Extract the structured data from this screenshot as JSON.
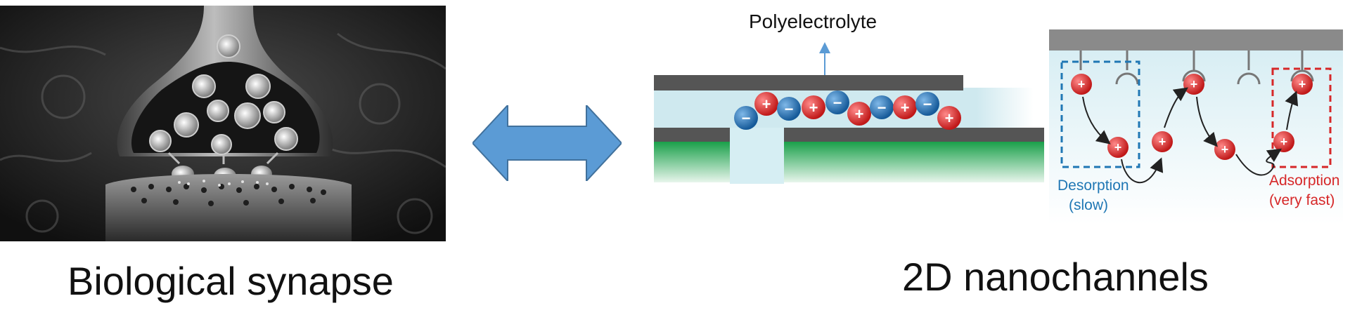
{
  "left": {
    "caption": "Biological synapse"
  },
  "right": {
    "caption": "2D nanochannels",
    "polyelectrolyte_label": "Polyelectrolyte",
    "desorption_label": "Desorption",
    "desorption_speed": "(slow)",
    "adsorption_label": "Adsorption",
    "adsorption_speed": "(very fast)",
    "plus_sign": "+",
    "minus_sign": "−"
  },
  "colors": {
    "arrow": "#5b9bd5",
    "cation": "#d42a2a",
    "anion": "#1f6fb2",
    "channel_fill": "#cfe9ef",
    "electrode": "#555555",
    "substrate": "#1aa04a",
    "desorption": "#1f77b4",
    "adsorption": "#d62728"
  },
  "icons": [
    "synapse-illustration",
    "double-arrow-icon",
    "cation-icon",
    "anion-icon"
  ]
}
